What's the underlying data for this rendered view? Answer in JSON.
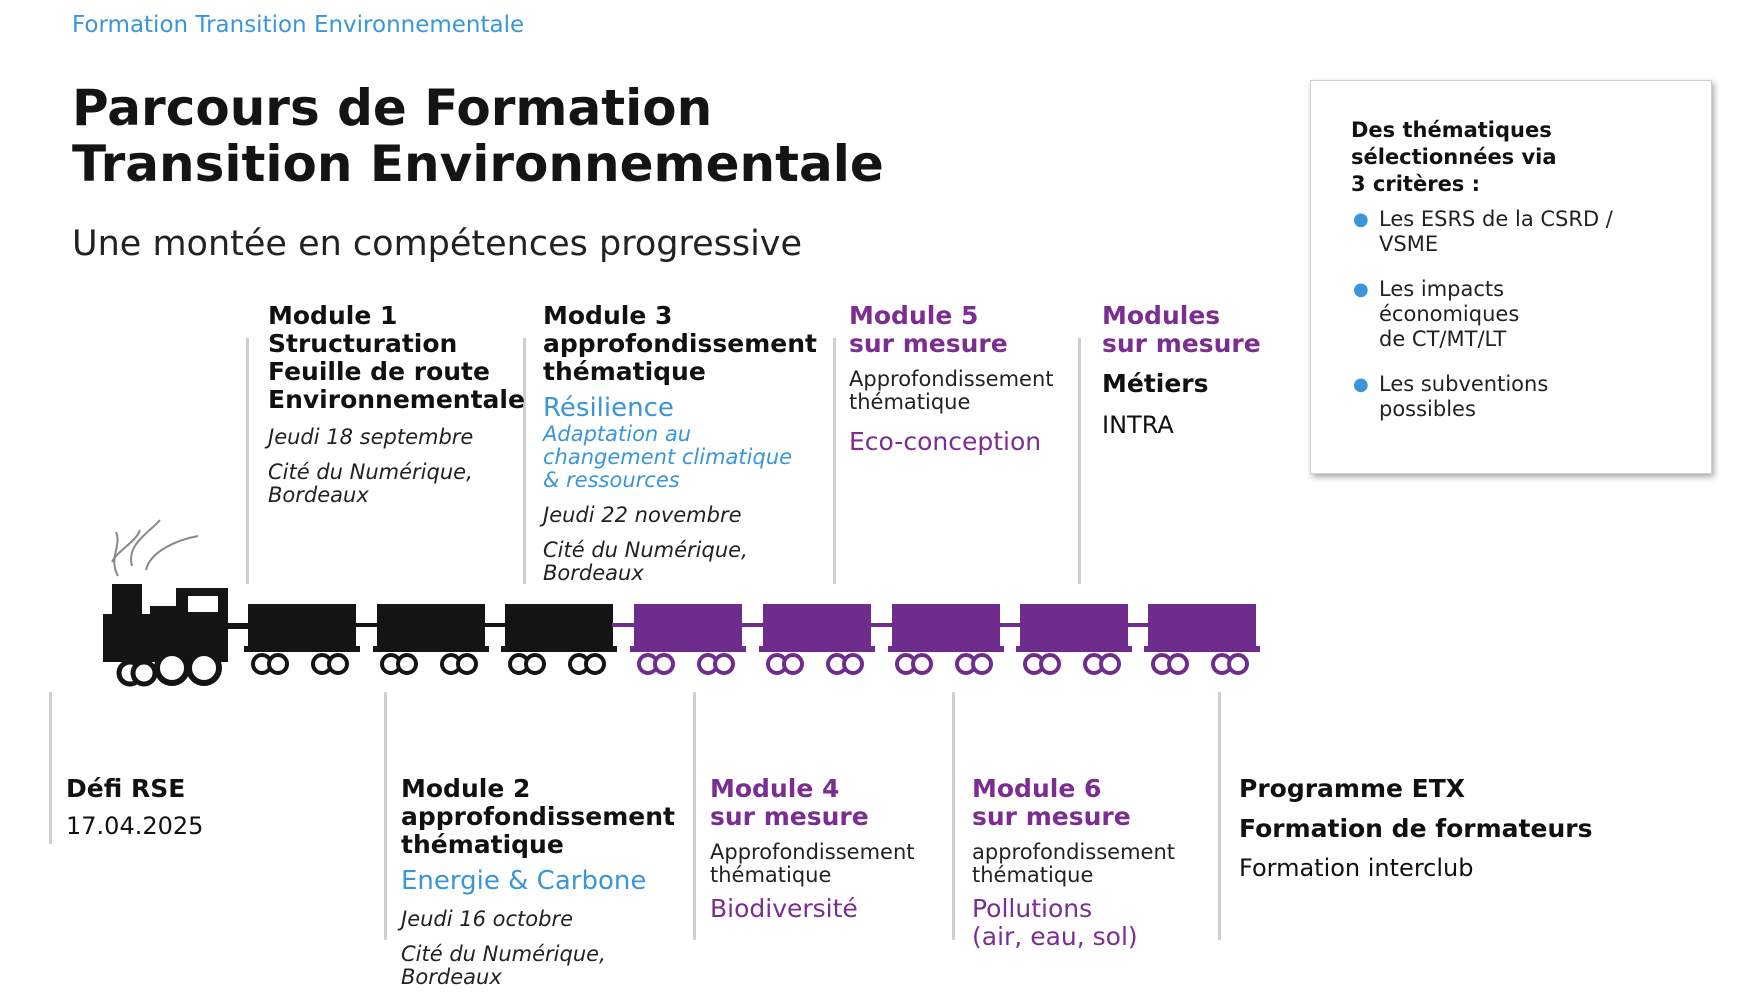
{
  "header": {
    "eyebrow": "Formation Transition Environnementale",
    "title_line1": "Parcours de Formation",
    "title_line2": "Transition Environnementale",
    "subtitle": "Une montée en compétences progressive"
  },
  "top_modules": {
    "m1": {
      "h1": "Module 1",
      "h2": "Structuration",
      "h3": "Feuille de route",
      "h4": "Environnementale",
      "date": "Jeudi 18 septembre",
      "place1": "Cité du Numérique,",
      "place2": "Bordeaux"
    },
    "m3": {
      "h1": "Module 3",
      "h2": "approfondissement",
      "h3": "thématique",
      "theme": "Résilience",
      "sub1": "Adaptation au",
      "sub2": "changement climatique",
      "sub3": "& ressources",
      "date": "Jeudi 22 novembre",
      "place1": "Cité du Numérique,",
      "place2": "Bordeaux"
    },
    "m5": {
      "h1": "Module 5",
      "h2": "sur mesure",
      "desc1": "Approfondissement",
      "desc2": "thématique",
      "theme": "Eco-conception"
    },
    "mx": {
      "h1": "Modules",
      "h2": "sur mesure",
      "sub": "Métiers",
      "intra": "INTRA"
    }
  },
  "bottom_modules": {
    "defi": {
      "title": "Défi RSE",
      "date": "17.04.2025"
    },
    "m2": {
      "h1": "Module 2",
      "h2": "approfondissement",
      "h3": "thématique",
      "theme": "Energie & Carbone",
      "date": "Jeudi 16 octobre",
      "place1": "Cité du Numérique,",
      "place2": "Bordeaux"
    },
    "m4": {
      "h1": "Module 4",
      "h2": "sur mesure",
      "desc1": "Approfondissement",
      "desc2": "thématique",
      "theme": "Biodiversité"
    },
    "m6": {
      "h1": "Module 6",
      "h2": "sur mesure",
      "desc1": "approfondissement",
      "desc2": "thématique",
      "theme1": "Pollutions",
      "theme2": "(air, eau, sol)"
    },
    "etx": {
      "title": "Programme ETX",
      "sub": "Formation de formateurs",
      "line": "Formation interclub"
    }
  },
  "criteria_box": {
    "heading1": "Des thématiques",
    "heading2": "sélectionnées via",
    "heading3": "3 critères :",
    "items": [
      {
        "l1": "Les ESRS de la CSRD /",
        "l2": "VSME"
      },
      {
        "l1": "Les impacts",
        "l2": "économiques",
        "l3": "de CT/MT/LT"
      },
      {
        "l1": "Les subventions",
        "l2": "possibles"
      }
    ]
  },
  "colors": {
    "black_wagon": "#141414",
    "purple_wagon": "#6e2d8c",
    "accent_blue": "#3a96d8"
  }
}
